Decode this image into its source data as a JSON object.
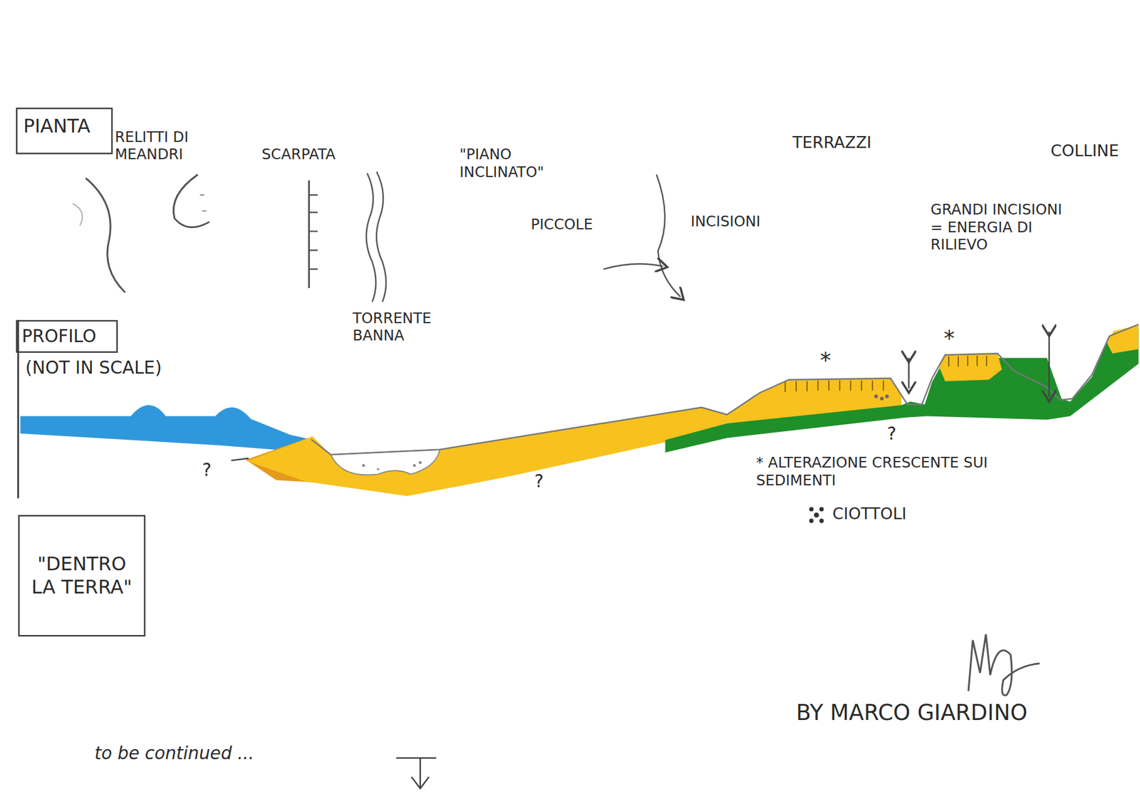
{
  "diagram": {
    "nodes": [
      {
        "text": [
          "PIANTA"
        ]
      },
      {
        "text": [
          "PROFILO"
        ]
      },
      {
        "text": [
          "\"DENTRO LA TERRA\""
        ]
      }
    ],
    "labels": [
      "RELITTI DI MEANDRI",
      "SCARPATA",
      "\"PIANO INCLINATO\"",
      "PICCOLE",
      "INCISIONI",
      "TORRENTE BANNA",
      "TERRAZZI",
      "COLLINE",
      "GRANDI INCISIONI = ENERGIA DI RILIEVO",
      "(NOT IN SCALE)",
      "?",
      "?",
      "?",
      "*",
      "*",
      "* ALTERAZIONE CRESCENTE SUI SEDIMENTI",
      "CIOTTOLI",
      "BY MARCO GIARDINO",
      "to be continued ..."
    ]
  }
}
